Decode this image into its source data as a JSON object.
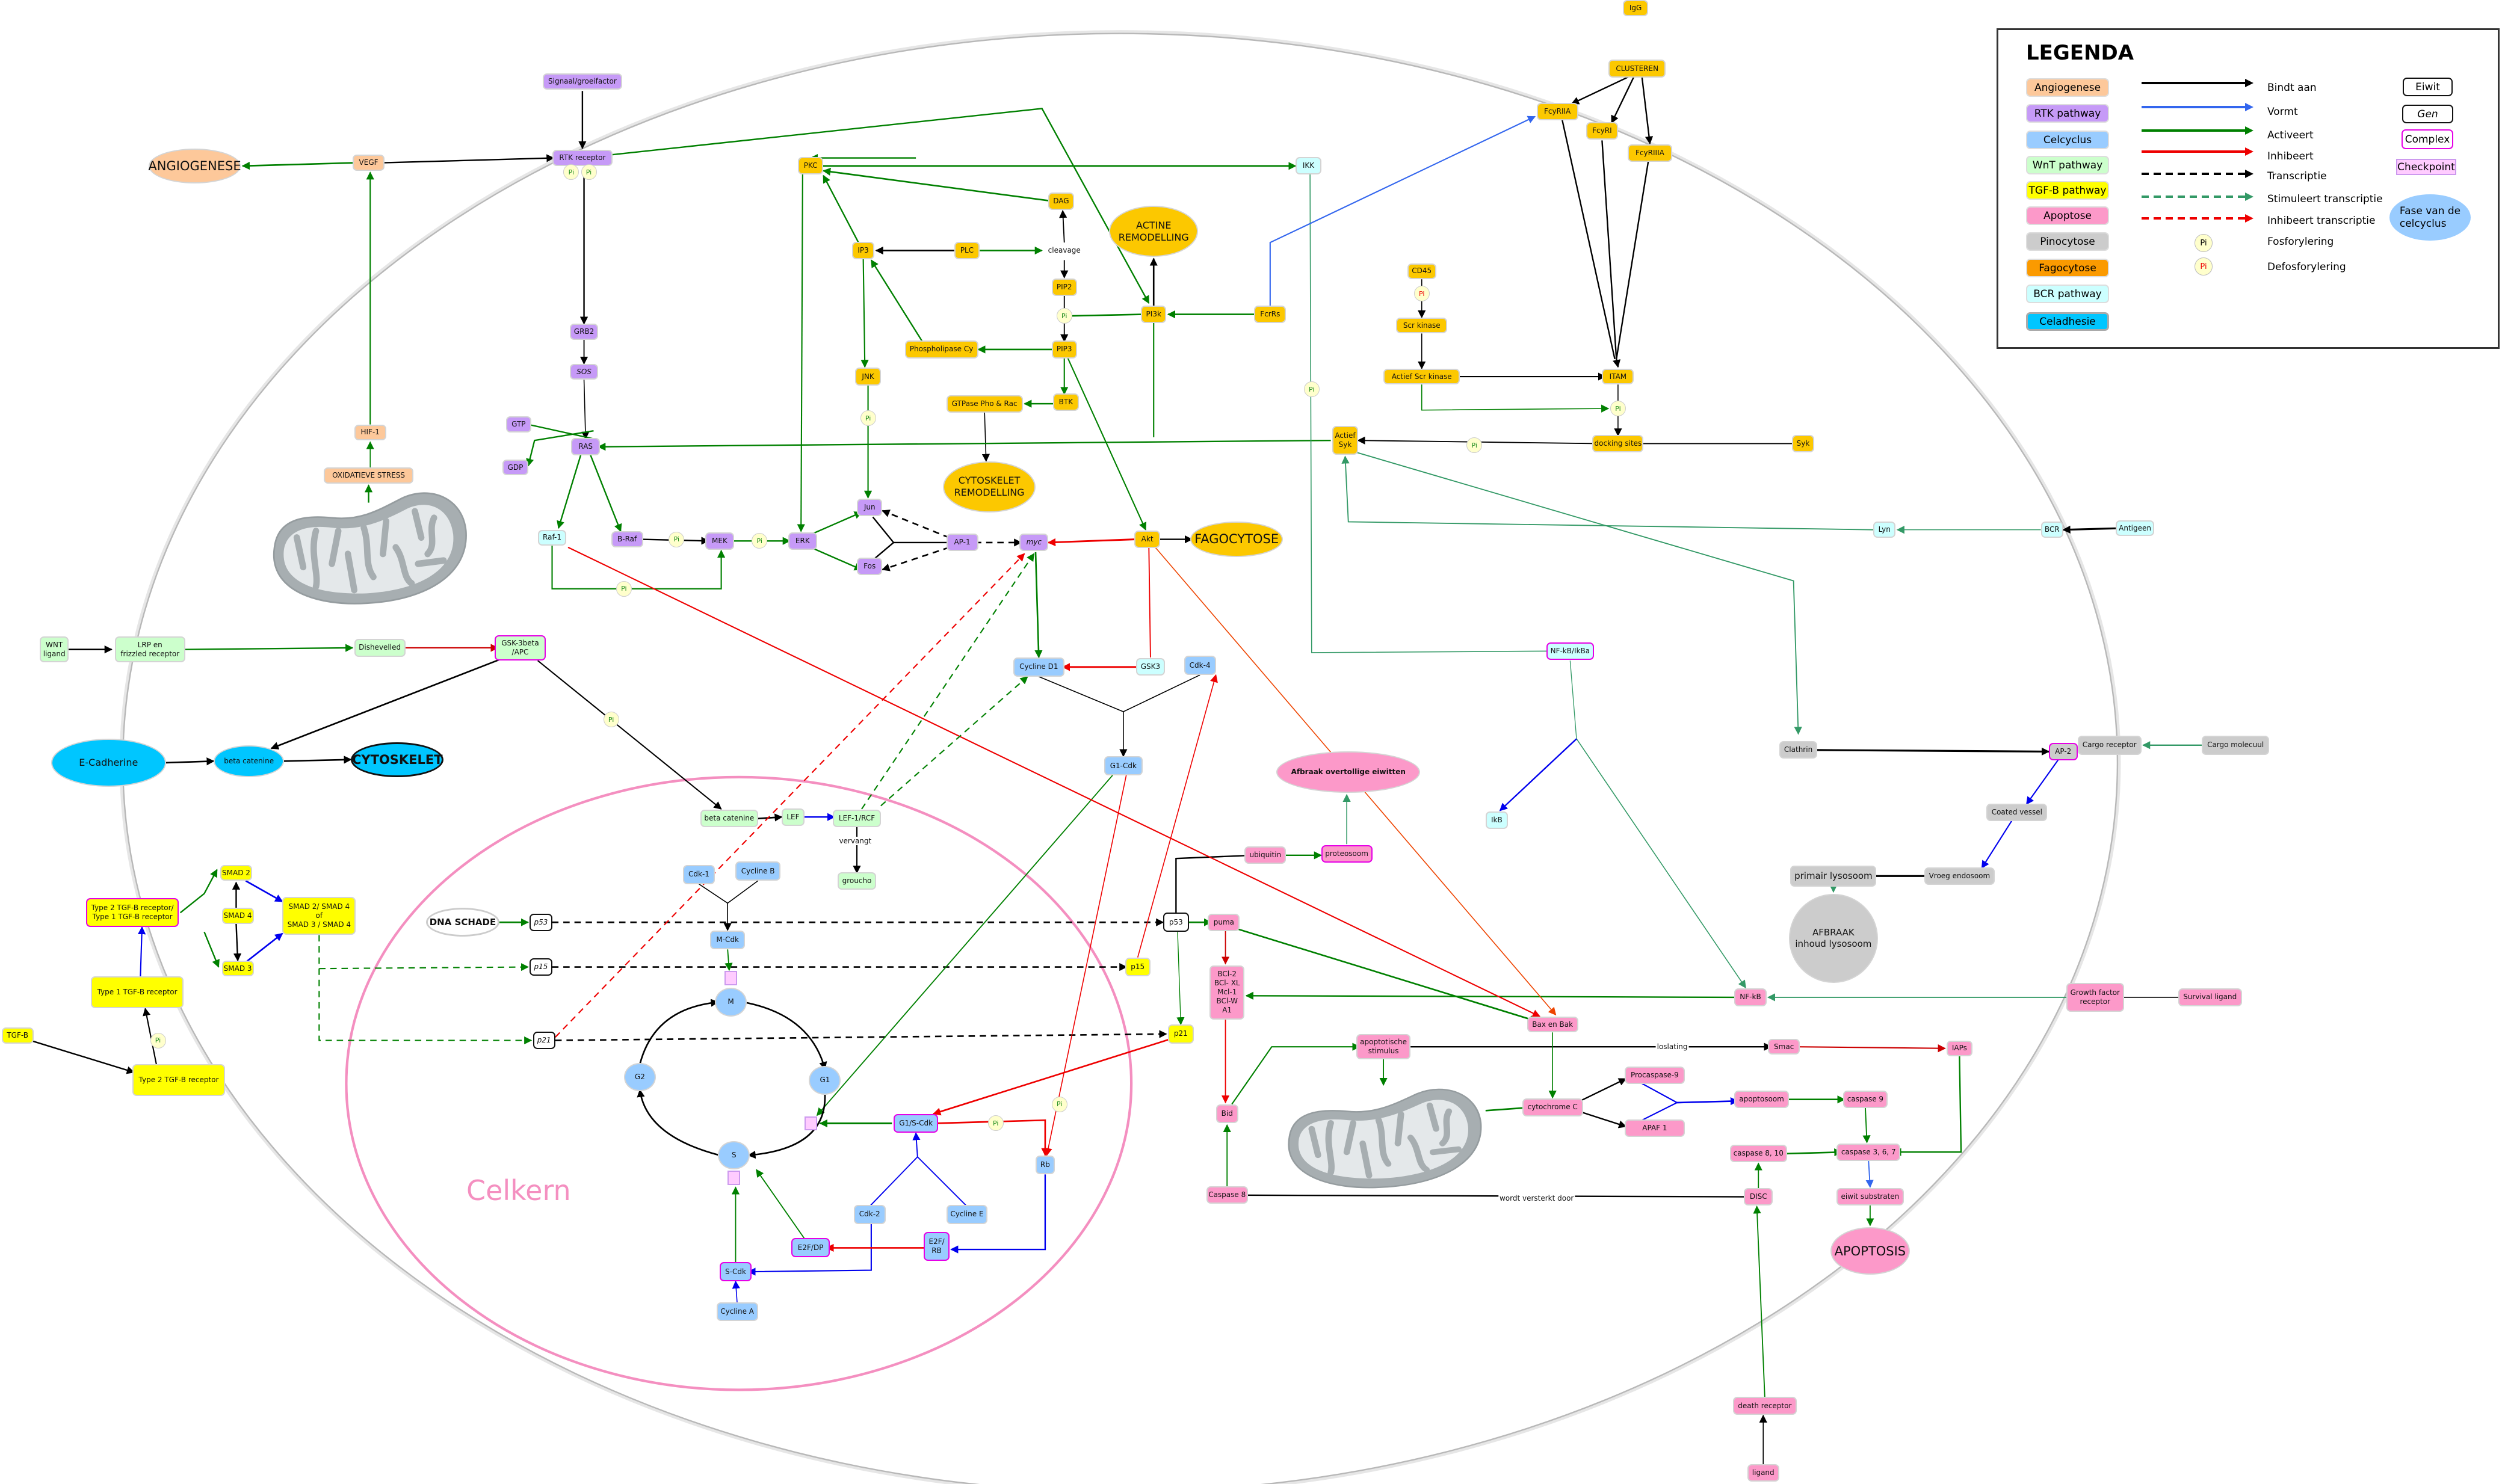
{
  "legend": {
    "title": "LEGENDA",
    "categories": [
      {
        "label": "Angiogenese",
        "color": "#fdc89a"
      },
      {
        "label": "RTK pathway",
        "color": "#c69af7"
      },
      {
        "label": "Celcyclus",
        "color": "#99ccff"
      },
      {
        "label": "WnT pathway",
        "color": "#ccffcc"
      },
      {
        "label": "TGF-B pathway",
        "color": "#ffff00"
      },
      {
        "label": "Apoptose",
        "color": "#fc99c9"
      },
      {
        "label": "Pinocytose",
        "color": "#cccccc"
      },
      {
        "label": "Fagocytose",
        "color": "#fb9a00"
      },
      {
        "label": "BCR pathway",
        "color": "#ccffff"
      },
      {
        "label": "Celadhesie",
        "color": "#00c6ff"
      }
    ],
    "arrows": [
      {
        "label": "Bindt aan",
        "color": "#000000",
        "dashed": false
      },
      {
        "label": "Vormt",
        "color": "#3366ee",
        "dashed": false
      },
      {
        "label": "Activeert",
        "color": "#008000",
        "dashed": false
      },
      {
        "label": "Inhibeert",
        "color": "#ee0000",
        "dashed": false
      },
      {
        "label": "Transcriptie",
        "color": "#000000",
        "dashed": true
      },
      {
        "label": "Stimuleert transcriptie",
        "color": "#339966",
        "dashed": true
      },
      {
        "label": "Inhibeert transcriptie",
        "color": "#ee0000",
        "dashed": true
      }
    ],
    "phospho": [
      {
        "symbol": "Pi",
        "label": "Fosforylering",
        "color": "#1a8a1a"
      },
      {
        "symbol": "Pi",
        "label": "Defosforylering",
        "color": "#ee0000"
      }
    ],
    "shapes": {
      "eiwit": "Eiwit",
      "gen": "Gen",
      "complex": "Complex",
      "checkpoint": "Checkpoint",
      "fase": "Fase van de\ncelcyclus"
    }
  },
  "pi_symbol": "Pi",
  "celkern_label": "Celkern",
  "edge_labels": {
    "cleavage": "cleavage",
    "vervangt": "vervangt",
    "loslating": "loslating",
    "versterkt": "wordt versterkt door"
  },
  "nodes": {
    "signal": "Signaal/groeifactor",
    "rtk": "RTK receptor",
    "grb2": "GRB2",
    "sos": "SOS",
    "gtp": "GTP",
    "gdp": "GDP",
    "ras": "RAS",
    "raf1": "Raf-1",
    "braf": "B-Raf",
    "mek": "MEK",
    "erk": "ERK",
    "jun": "Jun",
    "fos": "Fos",
    "ap1": "AP-1",
    "myc": "myc",
    "angiogenese": "ANGIOGENESE",
    "vegf": "VEGF",
    "hif1": "HIF-1",
    "oxid": "OXIDATIEVE STRESS",
    "pkc": "PKC",
    "dag": "DAG",
    "ip3": "IP3",
    "plc": "PLC",
    "pip2": "PIP2",
    "pi3k": "PI3k",
    "fcrrs": "FcrRs",
    "actine": "ACTINE\nREMODELLING",
    "phosc": "Phospholipase Cy",
    "pip3": "PIP3",
    "jnk": "JNK",
    "gtpase": "GTPase Pho & Rac",
    "btk": "BTK",
    "cytoremod": "CYTOSKELET\nREMODELLING",
    "akt": "Akt",
    "fagocytose": "FAGOCYTOSE",
    "igg": "IgG",
    "clusteren": "CLUSTEREN",
    "fcr2a": "FcyRIIA",
    "fcr1": "FcyRI",
    "fcr3a": "FcyRIIIA",
    "cd45": "CD45",
    "scr": "Scr kinase",
    "actscr": "Actief Scr kinase",
    "itam": "ITAM",
    "docking": "docking sites",
    "syk": "Syk",
    "actsyk": "Actief\nSyk",
    "ikk": "IKK",
    "lyn": "Lyn",
    "bcr": "BCR",
    "antigeen": "Antigeen",
    "nfkbikba": "NF-kB/IkBa",
    "ikb": "IkB",
    "gsk3": "GSK3",
    "wnt": "WNT\nligand",
    "lrp": "LRP en\nfrizzled receptor",
    "dishevelled": "Dishevelled",
    "gsk3b": "GSK-3beta\n/APC",
    "betacat2": "beta catenine",
    "lef": "LEF",
    "lef1": "LEF-1/RCF",
    "groucho": "groucho",
    "ecad": "E-Cadherine",
    "betacat": "beta catenine",
    "cytoskelet": "CYTOSKELET",
    "tgfb": "TGF-B",
    "type2": "Type 2 TGF-B receptor",
    "type1": "Type 1 TGF-B receptor",
    "tgfcx": "Type 2 TGF-B receptor/\nType 1 TGF-B receptor",
    "smad2": "SMAD 2",
    "smad4": "SMAD 4",
    "smad3": "SMAD 3",
    "smadcx": "SMAD 2/ SMAD 4\nof\nSMAD 3 / SMAD 4",
    "dna": "DNA SCHADE",
    "p53g": "p53",
    "p15g": "p15",
    "p21g": "p21",
    "cyclind1": "Cycline D1",
    "cdk4": "Cdk-4",
    "g1cdk": "G1-Cdk",
    "cdk1": "Cdk-1",
    "cyclinb": "Cycline B",
    "mcdk": "M-Cdk",
    "phM": "M",
    "phG1": "G1",
    "phG2": "G2",
    "phS": "S",
    "g1scdk": "G1/S-Cdk",
    "rb": "Rb",
    "cdk2": "Cdk-2",
    "cycline": "Cycline E",
    "e2frb": "E2F/\nRB",
    "e2fdp": "E2F/DP",
    "scdk": "S-Cdk",
    "cyclina": "Cycline A",
    "p53": "p53",
    "p15": "p15",
    "p21": "p21",
    "ubiquitin": "ubiquitin",
    "proteosoom": "proteosoom",
    "afbraak": "Afbraak overtollige eiwitten",
    "puma": "puma",
    "bcl": "BCl-2\nBCl- XL\nMcl-1\nBCl-W\nA1",
    "bid": "Bid",
    "caspase8": "Caspase 8",
    "baxbak": "Bax en Bak",
    "apopstim": "apoptotische\nstimulus",
    "smac": "Smac",
    "iaps": "IAPs",
    "cytc": "cytochrome C",
    "procasp9": "Procaspase-9",
    "apaf1": "APAF 1",
    "apoptosoom": "apoptosoom",
    "casp9": "caspase 9",
    "casp810": "caspase 8, 10",
    "casp367": "caspase 3, 6, 7",
    "eiwit": "eiwit substraten",
    "apoptosis": "APOPTOSIS",
    "disc": "DISC",
    "death": "death receptor",
    "ligand": "ligand",
    "nfkb": "NF-kB",
    "gfr": "Growth factor\nreceptor",
    "survival": "Survival ligand",
    "clathrin": "Clathrin",
    "ap2": "AP-2",
    "cargor": "Cargo receptor",
    "cargom": "Cargo molecuul",
    "coated": "Coated vessel",
    "vroeg": "Vroeg endosoom",
    "primair": "primair lysosoom",
    "lysosoom": "AFBRAAK\ninhoud lysosoom"
  }
}
